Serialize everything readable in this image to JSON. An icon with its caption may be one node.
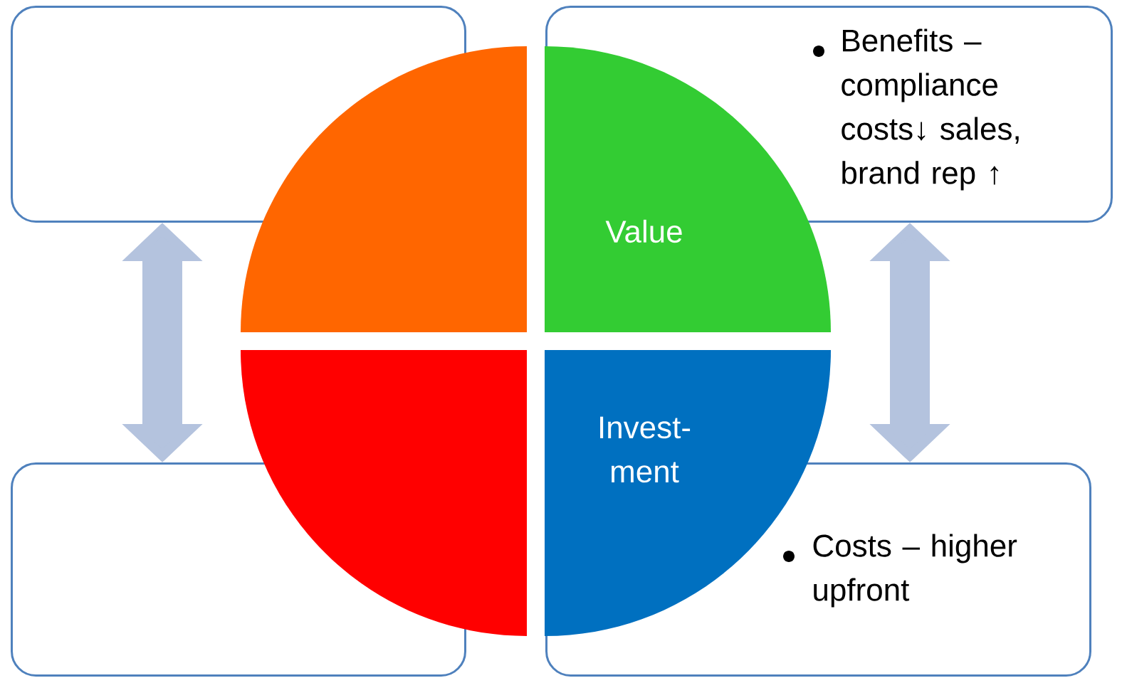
{
  "diagram": {
    "nodes": [
      {
        "text": [],
        "shape": "box"
      },
      {
        "text": [
          "Benefits – compliance costs↓ sales, brand rep ↑"
        ]
      },
      {
        "text": [],
        "shape": "sector"
      },
      {
        "text": [
          "Value"
        ]
      },
      {
        "text": [],
        "shape": "sector"
      },
      {
        "text": [
          "Invest- ment"
        ]
      },
      {
        "text": [],
        "shape": "box"
      },
      {
        "text": [
          "Costs – higher upfront"
        ]
      }
    ],
    "edges": [
      {
        "from": 0,
        "to": 6,
        "arrow": "both"
      },
      {
        "from": 1,
        "to": 7,
        "arrow": "both"
      }
    ]
  }
}
